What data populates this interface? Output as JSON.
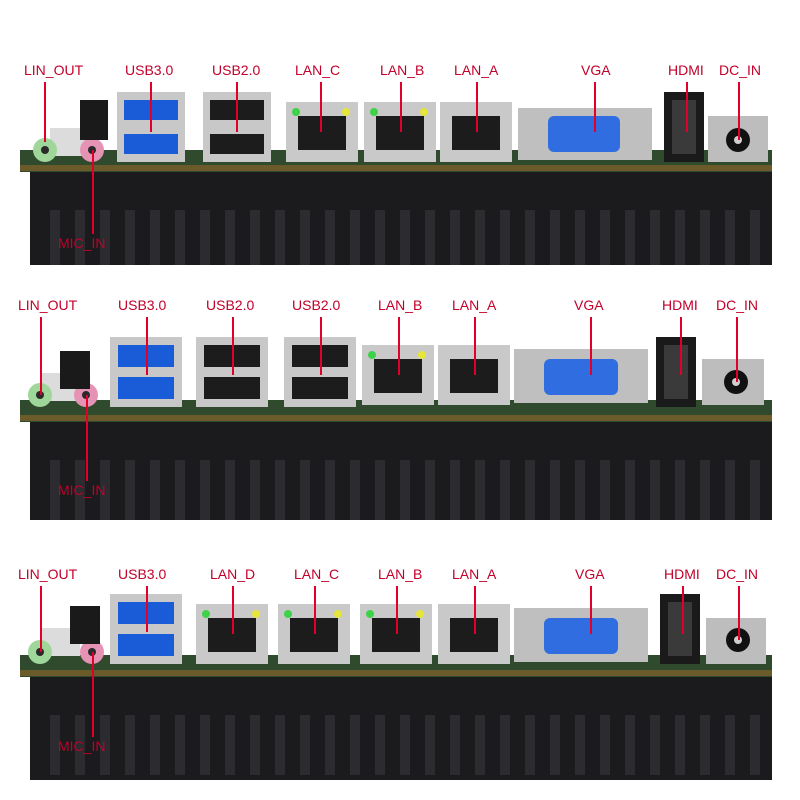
{
  "panels": [
    {
      "labels": {
        "lin_out": "LIN_OUT",
        "mic_in": "MIC_IN",
        "usb3": "USB3.0",
        "usb2": "USB2.0",
        "lan_c": "LAN_C",
        "lan_b": "LAN_B",
        "lan_a": "LAN_A",
        "vga": "VGA",
        "hdmi": "HDMI",
        "dc_in": "DC_IN"
      }
    },
    {
      "labels": {
        "lin_out": "LIN_OUT",
        "mic_in": "MIC_IN",
        "usb3": "USB3.0",
        "usb2_a": "USB2.0",
        "usb2_b": "USB2.0",
        "lan_b": "LAN_B",
        "lan_a": "LAN_A",
        "vga": "VGA",
        "hdmi": "HDMI",
        "dc_in": "DC_IN"
      }
    },
    {
      "labels": {
        "lin_out": "LIN_OUT",
        "mic_in": "MIC_IN",
        "usb3": "USB3.0",
        "lan_d": "LAN_D",
        "lan_c": "LAN_C",
        "lan_b": "LAN_B",
        "lan_a": "LAN_A",
        "vga": "VGA",
        "hdmi": "HDMI",
        "dc_in": "DC_IN"
      }
    }
  ],
  "colors": {
    "label": "#c2002a",
    "pointer": "#e0002a",
    "heatsink": "#1b1b1d",
    "pcb": "#2f4a2c",
    "usb3_blue": "#1a5bd8",
    "vga_blue": "#2f6de0",
    "audio_green": "#9fd79a",
    "audio_pink": "#e493b4"
  }
}
